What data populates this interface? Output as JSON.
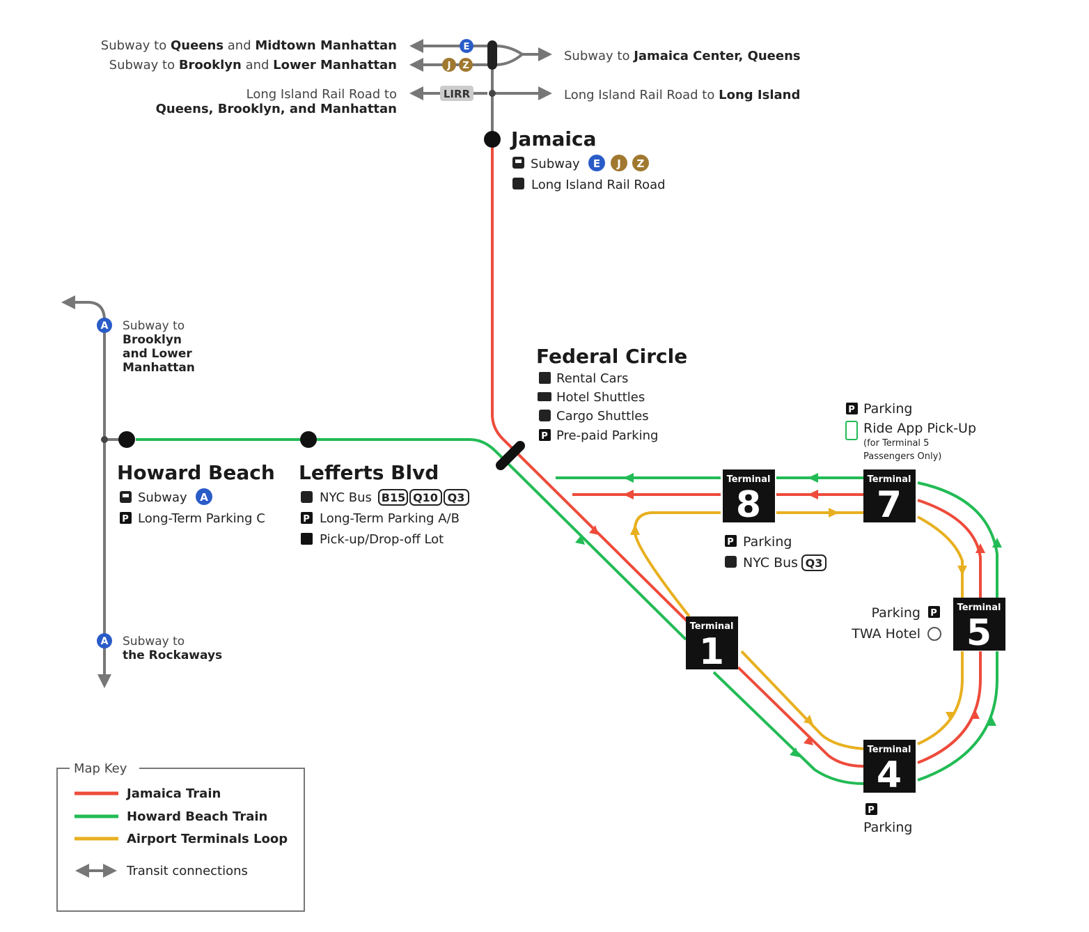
{
  "colors": {
    "jamaica_train": "#ee4b3b",
    "howard_beach_train": "#22bb55",
    "airport_loop": "#e8b020",
    "transit": "#777777",
    "subway_blue": "#2a5cc8",
    "subway_brown": "#a07830"
  },
  "connections": {
    "queens_midtown": {
      "pre": "Subway to ",
      "a": "Queens",
      "mid": " and ",
      "b": "Midtown Manhattan"
    },
    "brooklyn_lower": {
      "pre": "Subway to ",
      "a": "Brooklyn",
      "mid": " and ",
      "b": "Lower Manhattan"
    },
    "lirr_west_line1": "Long Island Rail Road to",
    "lirr_west_line2": "Queens, Brooklyn, and Manhattan",
    "jamaica_center": {
      "pre": "Subway to ",
      "a": "Jamaica Center, Queens"
    },
    "lirr_east": {
      "pre": "Long Island Rail Road to ",
      "a": "Long Island"
    },
    "lirr_badge": "LIRR",
    "a_north": [
      "Subway to",
      "Brooklyn",
      "and Lower",
      "Manhattan"
    ],
    "a_south": [
      "Subway to",
      "the Rockaways"
    ]
  },
  "subway_badges": {
    "e": "E",
    "j": "J",
    "z": "Z",
    "a": "A"
  },
  "stations": {
    "jamaica": {
      "name": "Jamaica",
      "subway": "Subway",
      "lirr": "Long Island Rail Road",
      "subway_icon": "subway-icon",
      "rail_icon": "train-icon"
    },
    "howard_beach": {
      "name": "Howard Beach",
      "subway": "Subway",
      "parking": "Long-Term Parking C"
    },
    "lefferts": {
      "name": "Lefferts Blvd",
      "bus": "NYC Bus",
      "bus_routes": [
        "B15",
        "Q10",
        "Q3"
      ],
      "parking": "Long-Term Parking A/B",
      "pickup": "Pick-up/Drop-off Lot"
    },
    "federal_circle": {
      "name": "Federal Circle",
      "items": [
        "Rental Cars",
        "Hotel Shuttles",
        "Cargo Shuttles",
        "Pre-paid Parking"
      ]
    }
  },
  "terminals": {
    "label": "Terminal",
    "t8": {
      "num": "8",
      "parking": "Parking",
      "bus": "NYC Bus",
      "bus_route": "Q3"
    },
    "t7": {
      "num": "7",
      "parking": "Parking",
      "ride_app": "Ride App Pick-Up",
      "note_line1": "(for Terminal 5",
      "note_line2": "Passengers Only)"
    },
    "t5": {
      "num": "5",
      "parking": "Parking",
      "hotel": "TWA Hotel"
    },
    "t4": {
      "num": "4",
      "parking": "Parking"
    },
    "t1": {
      "num": "1"
    }
  },
  "parking_symbol": "P",
  "legend": {
    "title": "Map Key",
    "jamaica": "Jamaica Train",
    "howard": "Howard Beach Train",
    "loop": "Airport Terminals Loop",
    "transit": "Transit connections"
  }
}
